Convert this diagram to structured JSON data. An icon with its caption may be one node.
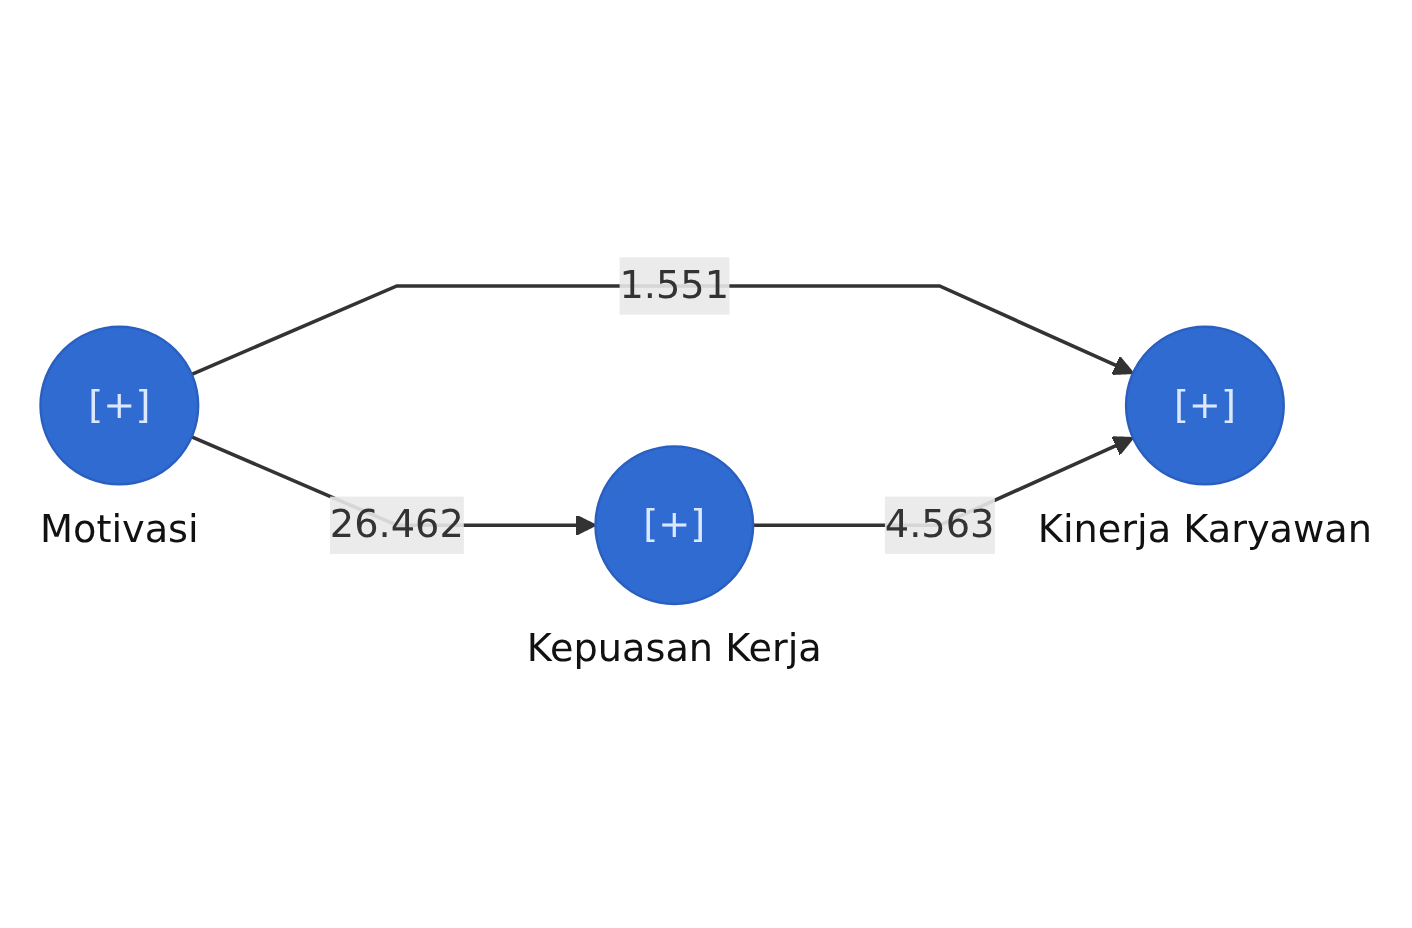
{
  "diagram": {
    "nodes": [
      {
        "text": [
          "[+]"
        ],
        "beside": [
          "Motivasi"
        ]
      },
      {
        "text": [
          "[+]"
        ],
        "beside": [
          "Kinerja Karyawan"
        ]
      },
      {
        "text": [
          "[+]"
        ],
        "beside": [
          "Kepuasan Kerja"
        ]
      }
    ],
    "edges": [
      {
        "from": 0,
        "to": 1,
        "arrow": "to",
        "label": "1.551"
      },
      {
        "from": 0,
        "to": 2,
        "arrow": "to",
        "label": "26.462"
      },
      {
        "from": 2,
        "to": 1,
        "arrow": "to",
        "label": "4.563"
      }
    ]
  }
}
